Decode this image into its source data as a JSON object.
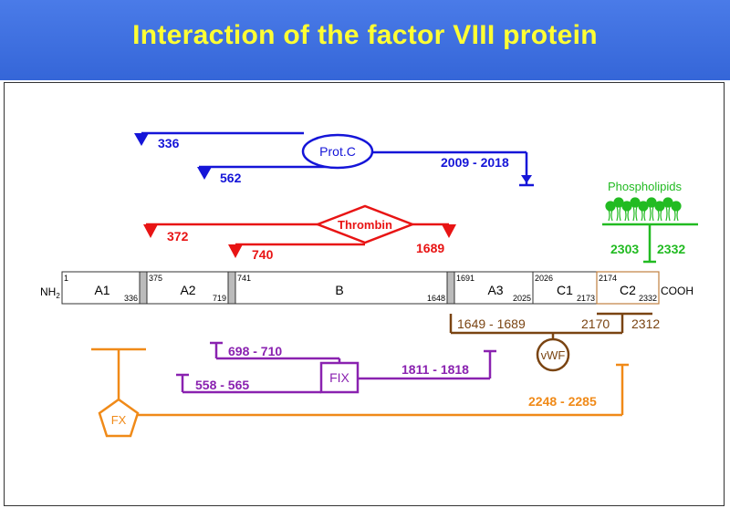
{
  "title": "Interaction of the factor VIII protein",
  "colors": {
    "header_bg": "#3a6ee0",
    "title": "#ffff33",
    "protein_c": "#1515d8",
    "thrombin": "#e81414",
    "phospholipids": "#22bb22",
    "vwf": "#7a4412",
    "fix": "#8a22b0",
    "fx": "#f08a18"
  },
  "protein": {
    "n_terminus": "NH",
    "n_terminus_sub": "2",
    "c_terminus": "COOH",
    "domains": [
      {
        "name": "A1",
        "start": "1",
        "end": "336"
      },
      {
        "name": "A2",
        "start": "375",
        "end": "719"
      },
      {
        "name": "B",
        "start": "741",
        "end": "1648"
      },
      {
        "name": "A3",
        "start": "1691",
        "end": "2025"
      },
      {
        "name": "C1",
        "start": "2026",
        "end": "2173"
      },
      {
        "name": "C2",
        "start": "2174",
        "end": "2332"
      }
    ]
  },
  "protein_c": {
    "label": "Prot.C",
    "sites": [
      "336",
      "562"
    ],
    "binding": "2009 - 2018"
  },
  "thrombin": {
    "label": "Thrombin",
    "sites": [
      "372",
      "740",
      "1689"
    ]
  },
  "phospholipids": {
    "label": "Phospholipids",
    "range_start": "2303",
    "range_end": "2332"
  },
  "vwf": {
    "label": "vWF",
    "region1": "1649 - 1689",
    "region2_start": "2170",
    "region2_end": "2312"
  },
  "fix": {
    "label": "FIX",
    "regions": [
      "698 - 710",
      "558 - 565",
      "1811 - 1818"
    ]
  },
  "fx": {
    "label": "FX",
    "region": "2248 - 2285"
  }
}
